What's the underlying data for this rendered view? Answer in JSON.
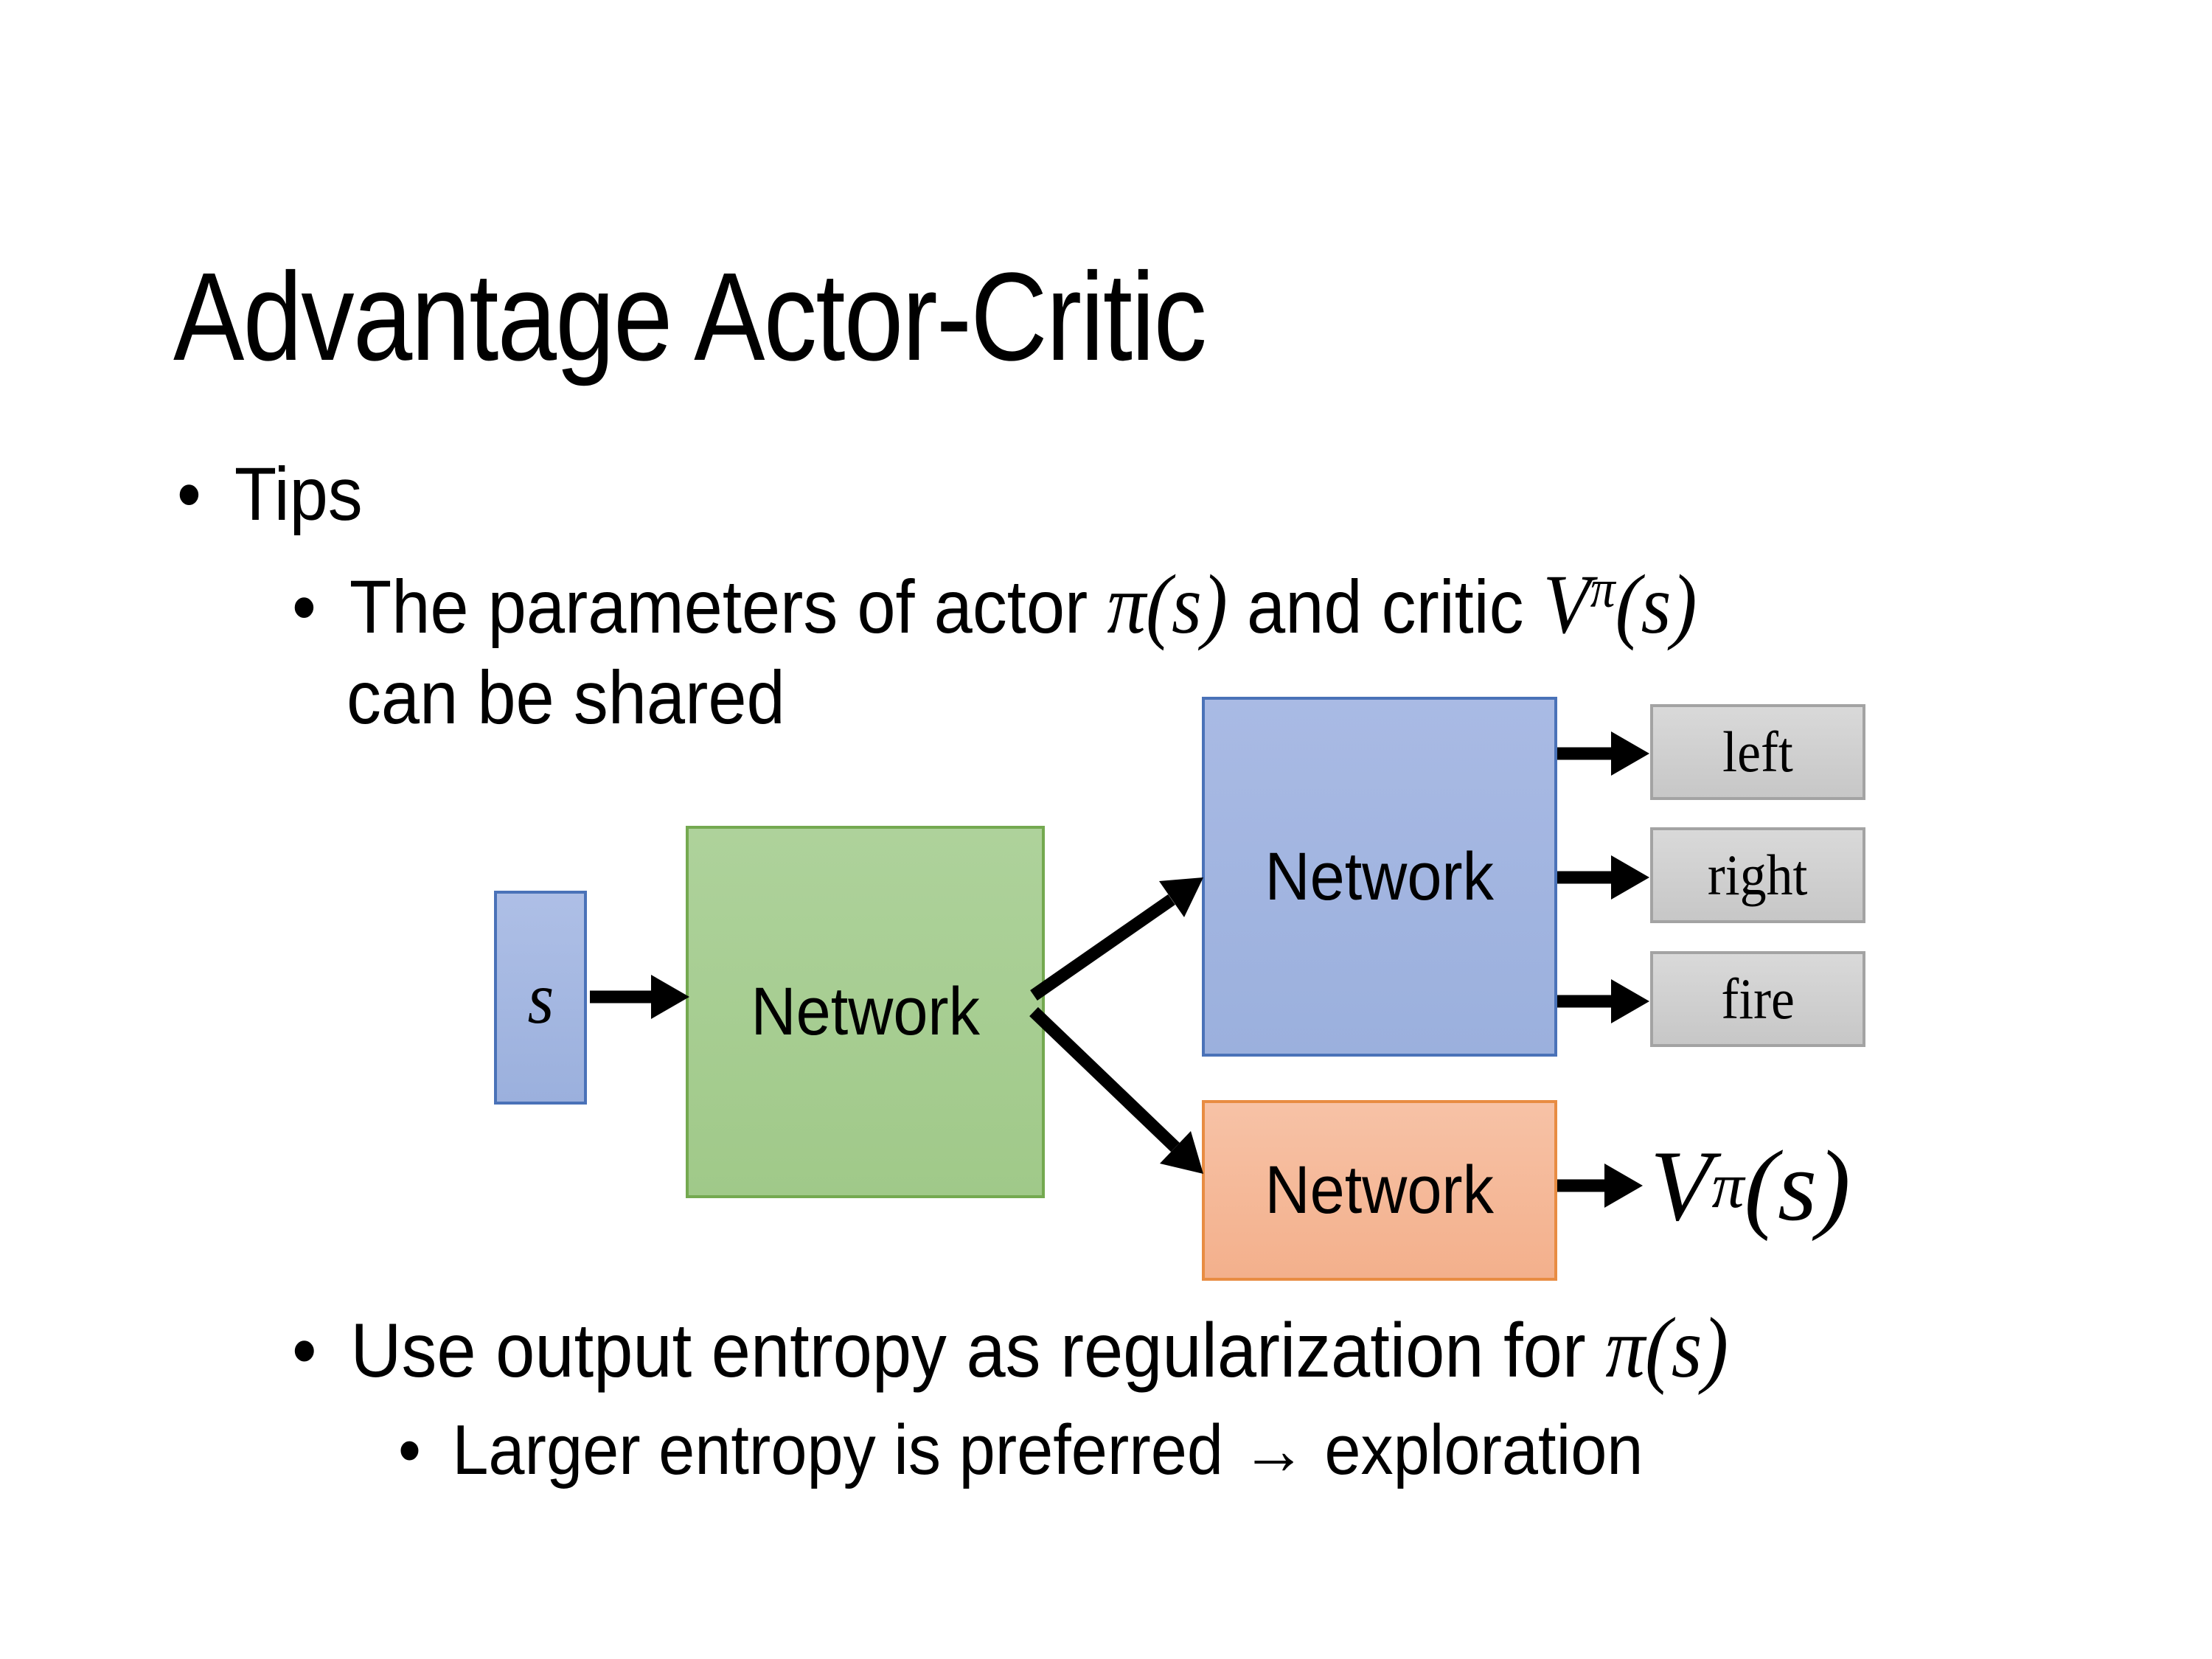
{
  "slide": {
    "title": "Advantage Actor-Critic",
    "bullet_char": "•",
    "bullets": {
      "tips_label": "Tips",
      "b1_runs": [
        {
          "s": "t",
          "t": "The parameters of actor "
        },
        {
          "s": "m",
          "t": "π(s)"
        },
        {
          "s": "t",
          "t": "  and critic "
        },
        {
          "s": "m",
          "t": "V"
        },
        {
          "s": "ms",
          "t": "π"
        },
        {
          "s": "m",
          "t": "(s)"
        }
      ],
      "b1_line2": "can be shared",
      "b2_runs": [
        {
          "s": "t",
          "t": "Use output entropy as regularization for "
        },
        {
          "s": "m",
          "t": "π(s)"
        }
      ],
      "b3_runs": [
        {
          "s": "t",
          "t": "Larger entropy is preferred → exploration"
        }
      ]
    },
    "diagram": {
      "state_label": "s",
      "shared_network_label": "Network",
      "actor_network_label": "Network",
      "critic_network_label": "Network",
      "action_left": "left",
      "action_right": "right",
      "action_fire": "fire",
      "critic_output_runs": [
        {
          "s": "m",
          "t": "V"
        },
        {
          "s": "ms",
          "t": "π"
        },
        {
          "s": "m",
          "t": "(s)"
        }
      ]
    },
    "colors": {
      "background": "#ffffff",
      "text": "#000000",
      "state_fill": "#a5b7e2",
      "state_border": "#4a72b8",
      "shared_fill": "#a7ce94",
      "shared_border": "#74a950",
      "actor_fill": "#a3b5e2",
      "actor_border": "#4a72b8",
      "critic_fill": "#f5b797",
      "critic_border": "#e88c42",
      "action_fill": "#d3d3d3",
      "action_border": "#a3a3a3",
      "arrow": "#000000"
    }
  }
}
